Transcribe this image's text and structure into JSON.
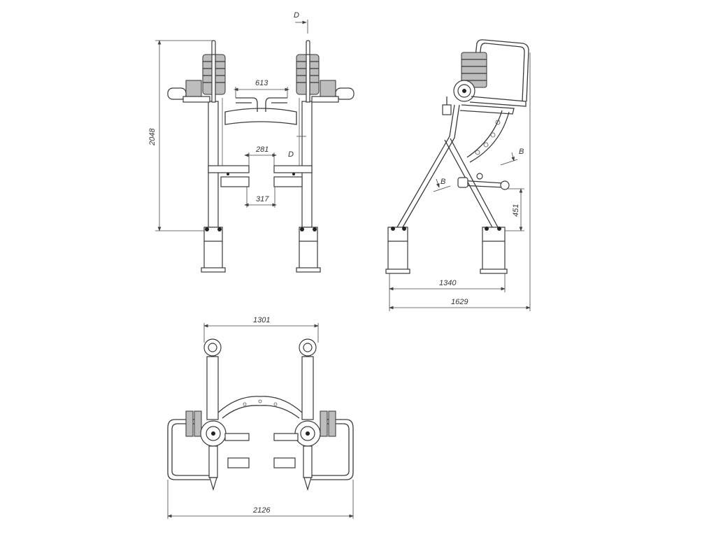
{
  "drawing": {
    "front_view": {
      "section_mark_top": "D",
      "section_mark_mid": "D",
      "height": "2048",
      "handle_width": "613",
      "footplate_gap_top": "281",
      "footplate_gap_bottom": "317"
    },
    "side_view": {
      "section_mark_upper": "B",
      "section_mark_lower": "B",
      "handle_height": "451",
      "base_length": "1340",
      "overall_length": "1629"
    },
    "top_view": {
      "post_spacing": "1301",
      "overall_width": "2126"
    }
  }
}
